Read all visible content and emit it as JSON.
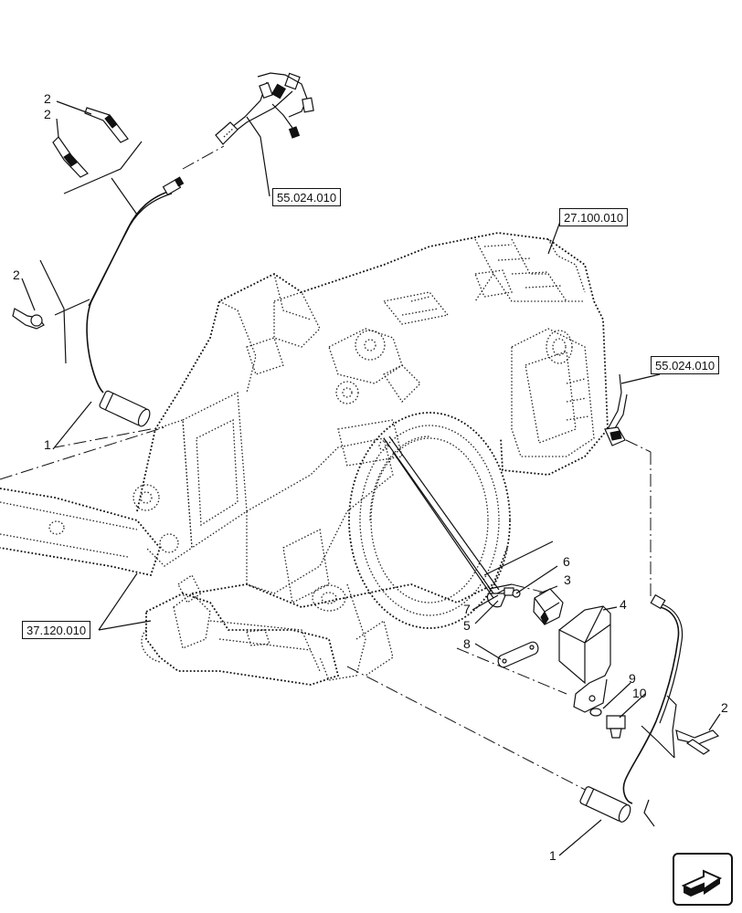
{
  "references": {
    "wiring_top": "55.024.010",
    "axle_housing": "27.100.010",
    "wiring_right": "55.024.010",
    "hitch": "37.120.010"
  },
  "callouts": {
    "c2_a": "2",
    "c2_b": "2",
    "c2_c": "2",
    "c2_d": "2",
    "c1_upper": "1",
    "c1_lower": "1",
    "c3": "3",
    "c4": "4",
    "c5": "5",
    "c6": "6",
    "c7": "7",
    "c8": "8",
    "c9": "9",
    "c10": "10"
  },
  "nav": {
    "icon": "next-page-arrow-icon"
  }
}
